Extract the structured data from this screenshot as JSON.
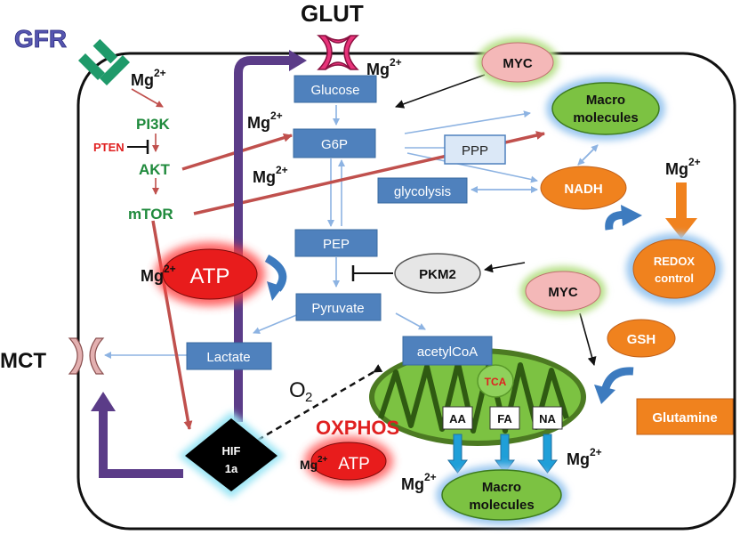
{
  "labels": {
    "gfr": "GFR",
    "glut": "GLUT",
    "mct": "MCT",
    "mg": "Mg",
    "sup": "2+",
    "pi3k": "PI3K",
    "pten": "PTEN",
    "akt": "AKT",
    "mtor": "mTOR",
    "atp": "ATP",
    "glucose": "Glucose",
    "g6p": "G6P",
    "ppp": "PPP",
    "glycolysis": "glycolysis",
    "pep": "PEP",
    "pkm2": "PKM2",
    "pyruvate": "Pyruvate",
    "lactate": "Lactate",
    "acetylcoa": "acetylCoA",
    "tca": "TCA",
    "aa": "AA",
    "fa": "FA",
    "na": "NA",
    "o2": "O",
    "o2_sub": "2",
    "oxphos": "OXPHOS",
    "hif_line1": "HIF",
    "hif_line2": "1a",
    "myc": "MYC",
    "macro_line1": "Macro",
    "macro_line2": "molecules",
    "nadh": "NADH",
    "redox_line1": "REDOX",
    "redox_line2": "control",
    "gsh": "GSH",
    "glutamine": "Glutamine"
  },
  "colors": {
    "box_fill": "#4f81bd",
    "box_stroke": "#3a6aa0",
    "signal_green": "#1f8a3c",
    "pten_red": "#e02020",
    "atp_red": "#e02020",
    "arrow_red": "#c0504d",
    "arrow_blue": "#8db3e2",
    "purple": "#5b3c88",
    "orange": "#f0821e",
    "myc_fill": "#f4b8b8",
    "macro_green": "#7cc242",
    "mito_green": "#6aa832",
    "glut_pink": "#e8337a",
    "mct_pink": "#d9a0a0",
    "gfr_label": "#5656b0",
    "gfr_icon": "#1f9a6a"
  }
}
